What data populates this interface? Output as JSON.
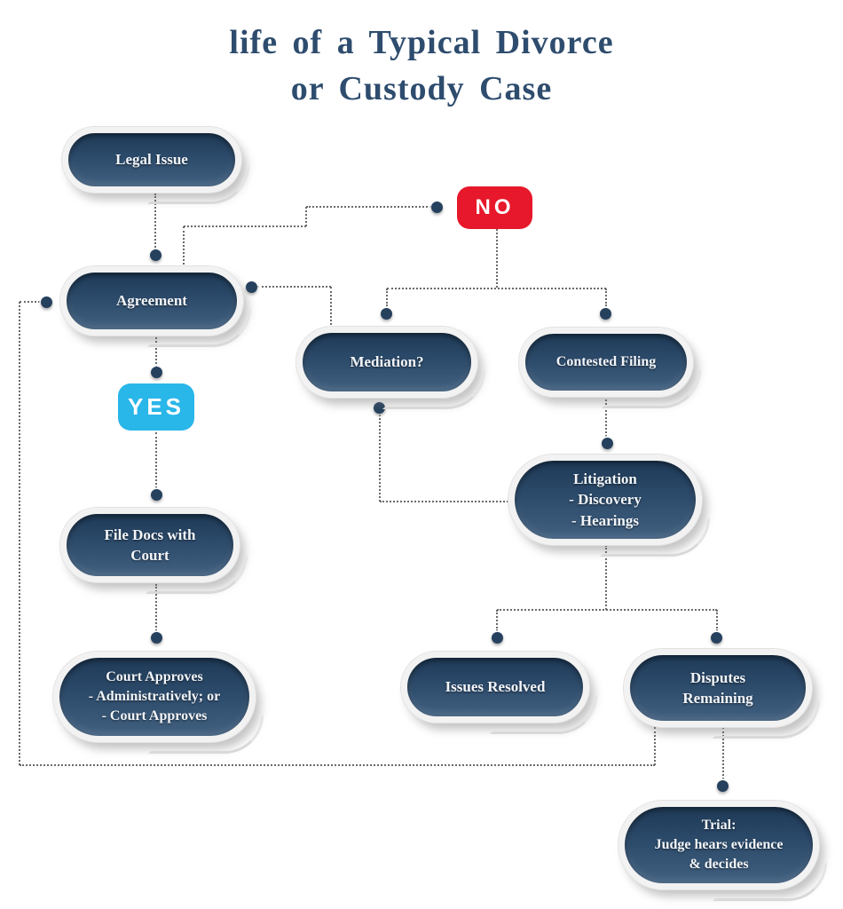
{
  "title": {
    "line1": "life of a Typical Divorce",
    "line2": "or Custody Case"
  },
  "badges": {
    "no": "NO",
    "yes": "YES"
  },
  "nodes": {
    "legal_issue": {
      "lines": [
        "Legal Issue"
      ]
    },
    "agreement": {
      "lines": [
        "Agreement"
      ]
    },
    "mediation": {
      "lines": [
        "Mediation?"
      ]
    },
    "contested_filing": {
      "lines": [
        "Contested Filing"
      ]
    },
    "litigation": {
      "lines": [
        "Litigation",
        "- Discovery",
        "- Hearings"
      ]
    },
    "file_docs": {
      "lines": [
        "File Docs with",
        "Court"
      ]
    },
    "court_approves": {
      "lines": [
        "Court Approves",
        "- Administratively; or",
        "- Court Approves"
      ]
    },
    "issues_resolved": {
      "lines": [
        "Issues Resolved"
      ]
    },
    "disputes_remaining": {
      "lines": [
        "Disputes",
        "Remaining"
      ]
    },
    "trial": {
      "lines": [
        "Trial:",
        "Judge hears evidence",
        "& decides"
      ]
    }
  },
  "colors": {
    "title_text": "#2e4c6e",
    "node_fill_top": "#1e3a57",
    "node_fill_bottom": "#41607f",
    "node_rim": "#f2f2f2",
    "node_text": "#f2f5f9",
    "no_badge": "#e7182b",
    "yes_badge": "#29b6e9",
    "connector_line": "#6a6a6a",
    "connector_dot": "#26415e",
    "background": "#ffffff"
  }
}
